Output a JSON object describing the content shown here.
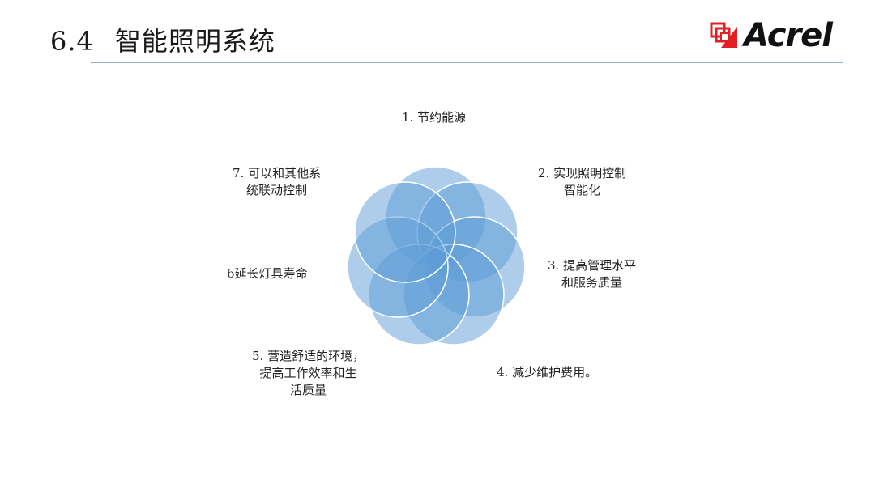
{
  "header": {
    "section_number": "6.4",
    "title": "智能照明系统",
    "logo_text": "Acrel",
    "logo_mark_color": "#e31e24",
    "rule_color": "#8fb0bf"
  },
  "diagram": {
    "type": "rosette",
    "circle_fill": "#5b9bd5",
    "circle_stroke": "#ffffff",
    "items": [
      {
        "lines": [
          "1. 节约能源"
        ]
      },
      {
        "lines": [
          "2. 实现照明控制",
          "智能化"
        ]
      },
      {
        "lines": [
          "3. 提高管理水平",
          "和服务质量"
        ]
      },
      {
        "lines": [
          "4. 减少维护费用。"
        ]
      },
      {
        "lines": [
          "5. 营造舒适的环境，",
          "提高工作效率和生",
          "活质量"
        ]
      },
      {
        "lines": [
          "6延长灯具寿命"
        ]
      },
      {
        "lines": [
          "7. 可以和其他系",
          "统联动控制"
        ]
      }
    ]
  }
}
